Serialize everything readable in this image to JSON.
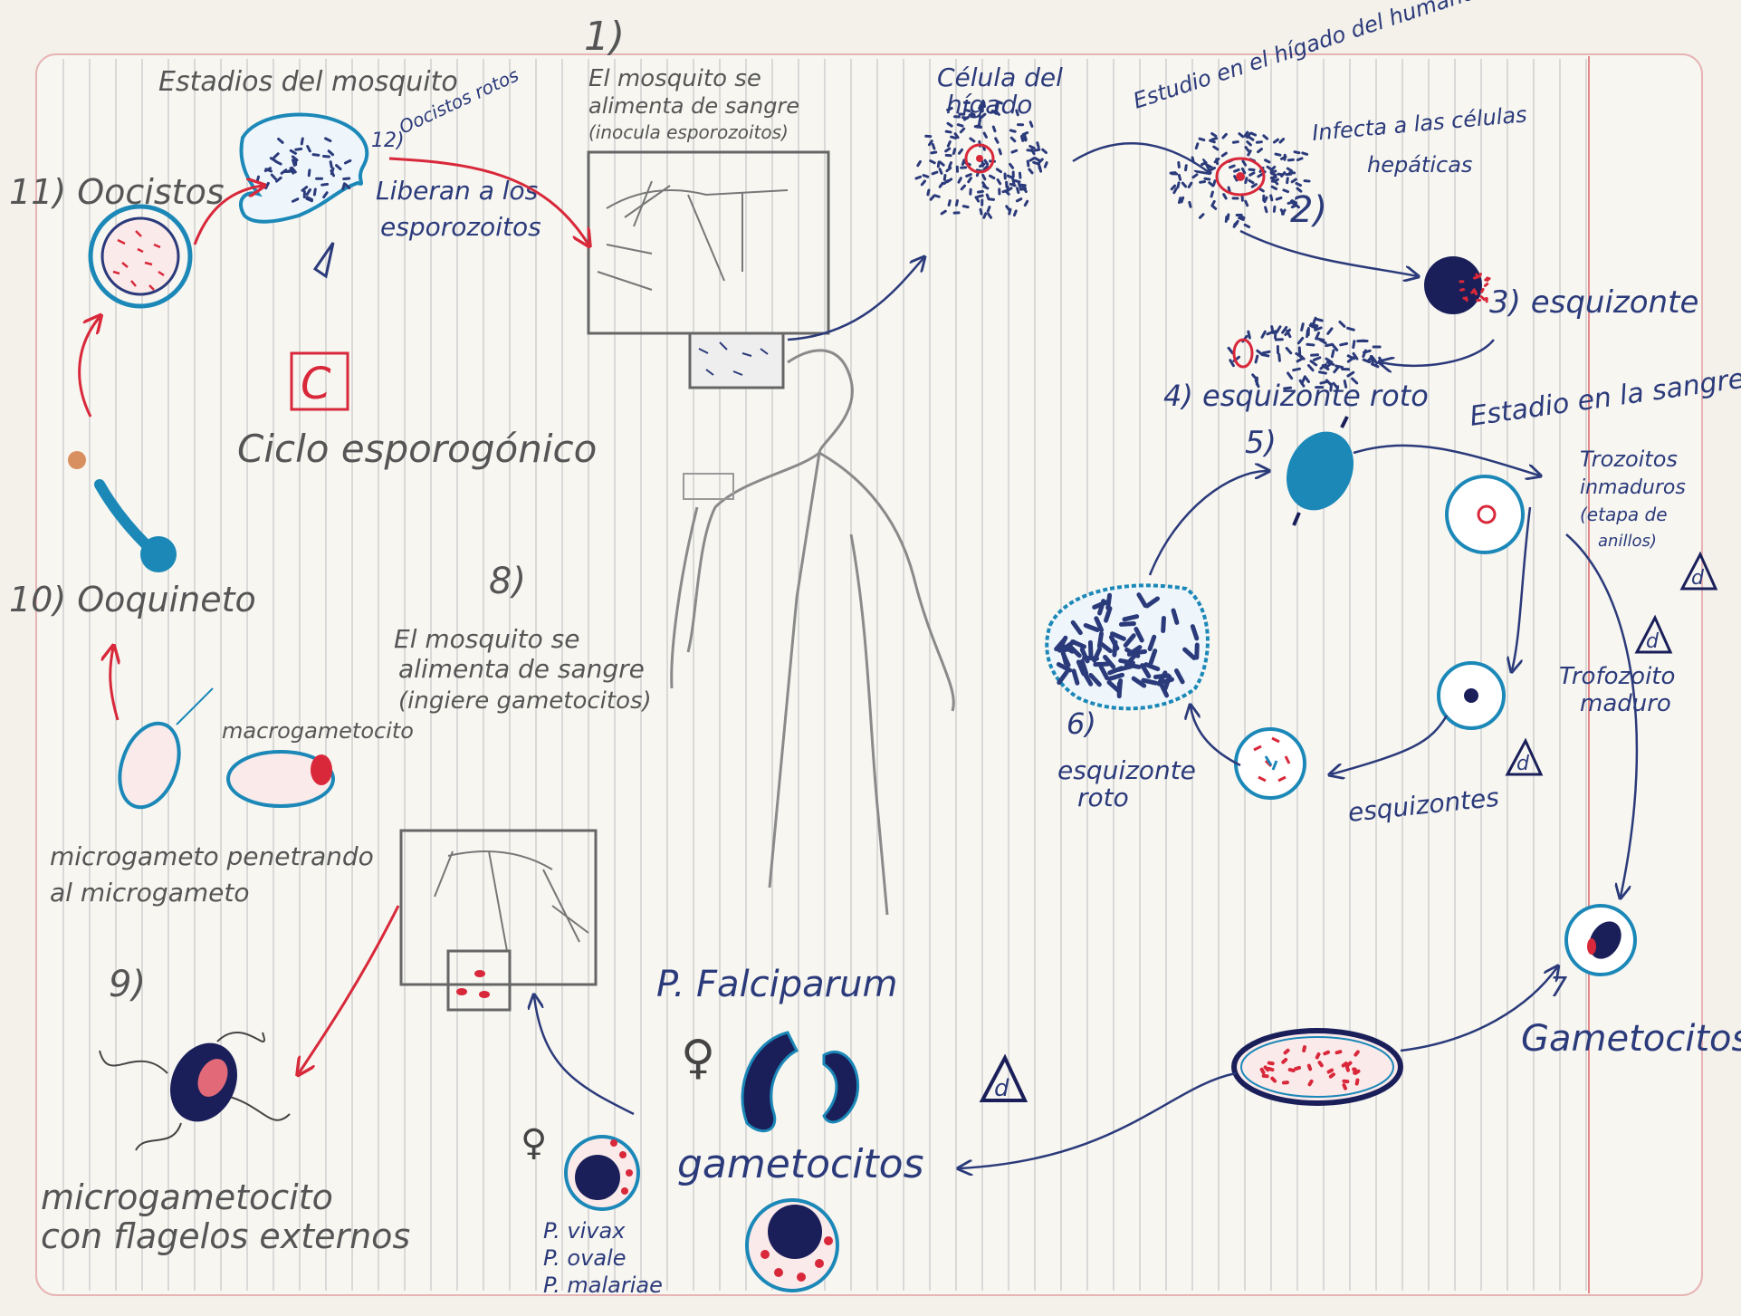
{
  "title_mosquito": "Estadios del mosquito",
  "title_human_blood": "Estadio en la sangre humana",
  "title_liver": "Estudio en el hígado del humano",
  "cycle_label": "Ciclo esporogónico",
  "cycle_letter": "C",
  "delta": "d",
  "species": "P. Falciparum",
  "female": "♀",
  "male": "♂",
  "steps": {
    "s1_num": "1)",
    "s1_line1": "El mosquito se",
    "s1_line2": "alimenta de sangre",
    "s1_line3": "(inocula esporozoitos)",
    "liver_cell_line1": "Célula del",
    "liver_cell_line2": "hígado",
    "s2_line1": "Infecta a las células",
    "s2_line2": "hepáticas",
    "s2_num": "2)",
    "s3": "3) esquizonte",
    "s4": "4) esquizonte roto",
    "s5": "5)",
    "s6_num": "6)",
    "s6_line1": "esquizonte",
    "s6_line2": "roto",
    "troph_line1": "Trozoitos",
    "troph_line2": "inmaduros",
    "troph_line3": "(etapa de",
    "troph_line4": "anillos)",
    "mature_line1": "Trofozoito",
    "mature_line2": "maduro",
    "schizonts": "esquizontes",
    "s7_num": "7",
    "s7": "Gametocitos",
    "gametocytes": "gametocitos",
    "s8_num": "8)",
    "s8_line1": "El mosquito se",
    "s8_line2": "alimenta de sangre",
    "s8_line3": "(ingiere gametocitos)",
    "s9_num": "9)",
    "s9_line1": "microgametocito",
    "s9_line2": "con flagelos externos",
    "micro_line1": "microgameto penetrando",
    "micro_line2": "al microgameto",
    "macro": "macrogametocito",
    "s10": "10) Ooquineto",
    "s11": "11) Oocistos",
    "s12_num": "12)",
    "s12_label": "Oocistos rotos",
    "s12_line1": "Liberan a los",
    "s12_line2": "esporozoitos",
    "species_line1": "P. vivax",
    "species_line2": "P. ovale",
    "species_line3": "P. malariae"
  },
  "colors": {
    "paper": "#f3f1ea",
    "rule": "#c9c9c9",
    "margin": "#e58a8a",
    "ink": "#2b3a7a",
    "pencil": "#555555",
    "teal": "#1b88b8",
    "red": "#d8283a",
    "navy": "#1a1f5a"
  }
}
